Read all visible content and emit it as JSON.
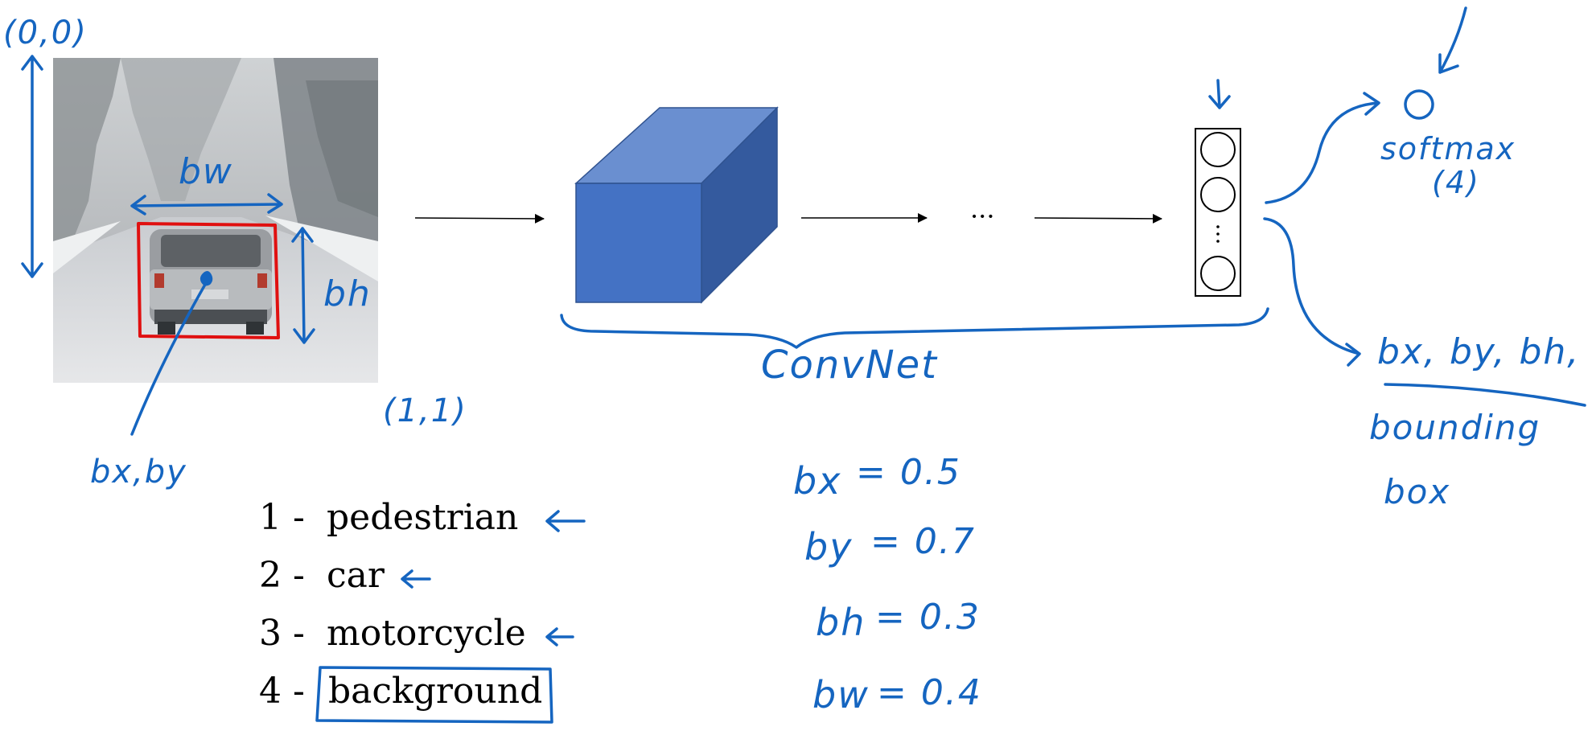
{
  "colors": {
    "ink_blue": "#1565c0",
    "box_red": "#e01010",
    "cube_front": "#4472c4",
    "cube_top": "#6a8fd0",
    "cube_side": "#345a9e",
    "arrow_black": "#000000"
  },
  "image": {
    "origin_label": "(0,0)",
    "corner_label": "(1,1)",
    "width_label": "bw",
    "height_label": "bh",
    "center_label": "bx,by"
  },
  "network": {
    "ellipsis": "···",
    "brace_label": "ConvNet"
  },
  "outputs": {
    "softmax_label": "softmax",
    "softmax_count": "(4)",
    "bbox_params": "bx, by, bh, bw",
    "bbox_caption_line1": "bounding",
    "bbox_caption_line2": "box"
  },
  "classes": [
    {
      "num": "1 -",
      "name": "pedestrian"
    },
    {
      "num": "2 -",
      "name": "car"
    },
    {
      "num": "3 -",
      "name": "motorcycle"
    },
    {
      "num": "4 -",
      "name": "background"
    }
  ],
  "values": [
    {
      "label": "bx",
      "value": "= 0.5"
    },
    {
      "label": "by",
      "value": "= 0.7"
    },
    {
      "label": "bh",
      "value": "= 0.3"
    },
    {
      "label": "bw",
      "value": "= 0.4"
    }
  ]
}
